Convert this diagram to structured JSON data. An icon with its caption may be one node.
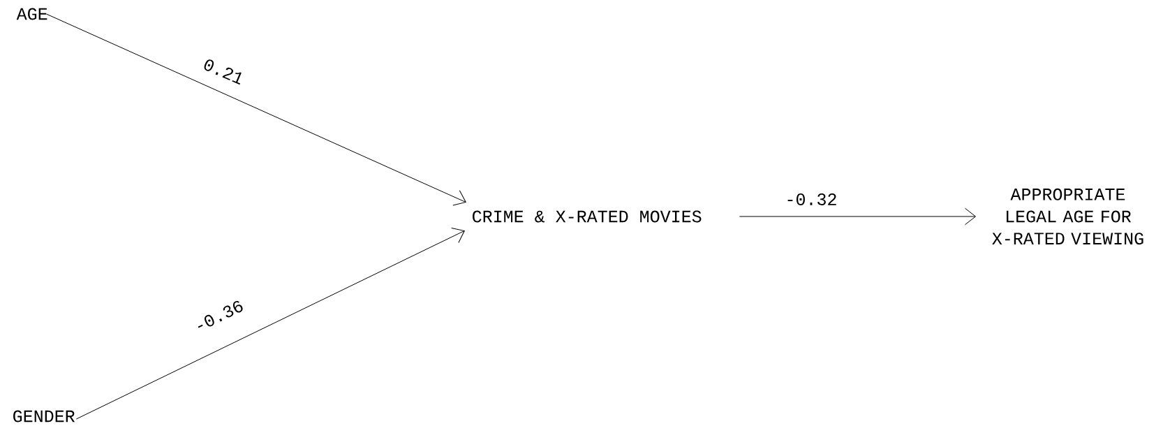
{
  "diagram": {
    "nodes": [
      {
        "text": [
          "AGE"
        ]
      },
      {
        "text": [
          "GENDER"
        ]
      },
      {
        "text": [
          "CRIME & X-RATED MOVIES"
        ]
      },
      {
        "text": [
          "APPROPRIATE LEGAL AGE FOR X-RATED VIEWING"
        ]
      }
    ],
    "edges": [
      {
        "from": 0,
        "to": 2,
        "arrow": "to",
        "label": "0.21"
      },
      {
        "from": 1,
        "to": 2,
        "arrow": "to",
        "label": "-0.36"
      },
      {
        "from": 2,
        "to": 3,
        "arrow": "to",
        "label": "-0.32"
      }
    ]
  }
}
